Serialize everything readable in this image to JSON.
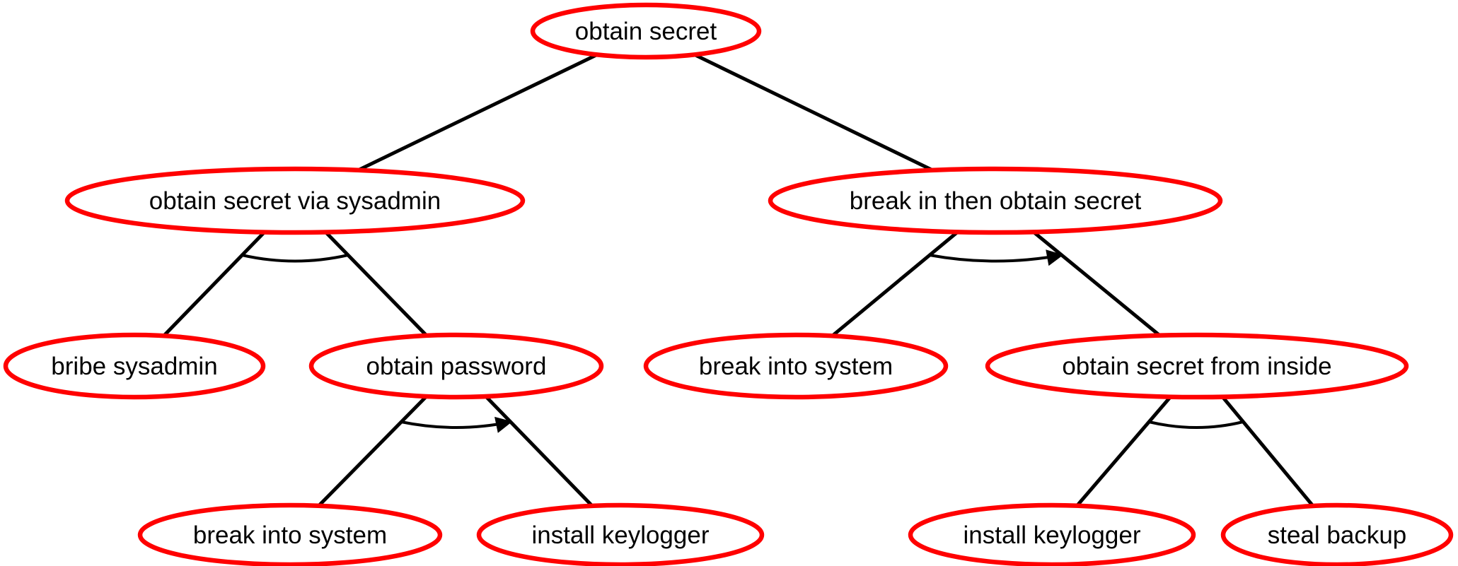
{
  "diagram": {
    "kind": "attack-tree",
    "colors": {
      "node_stroke": "#ff0000",
      "node_fill": "#ffffff",
      "edge": "#000000",
      "text": "#000000",
      "background": "#ffffff"
    },
    "nodes": [
      {
        "id": "obtain-secret",
        "label": "obtain secret"
      },
      {
        "id": "obtain-secret-via-sysadmin",
        "label": "obtain secret via sysadmin"
      },
      {
        "id": "break-in-then-obtain-secret",
        "label": "break in then obtain secret"
      },
      {
        "id": "bribe-sysadmin",
        "label": "bribe sysadmin"
      },
      {
        "id": "obtain-password",
        "label": "obtain password"
      },
      {
        "id": "break-into-system-mid",
        "label": "break into system"
      },
      {
        "id": "obtain-secret-from-inside",
        "label": "obtain secret from inside"
      },
      {
        "id": "break-into-system-leaf",
        "label": "break into system"
      },
      {
        "id": "install-keylogger-left",
        "label": "install keylogger"
      },
      {
        "id": "install-keylogger-right",
        "label": "install keylogger"
      },
      {
        "id": "steal-backup",
        "label": "steal backup"
      }
    ],
    "edges": [
      {
        "from": "obtain-secret",
        "to": "obtain-secret-via-sysadmin"
      },
      {
        "from": "obtain-secret",
        "to": "break-in-then-obtain-secret"
      },
      {
        "from": "obtain-secret-via-sysadmin",
        "to": "bribe-sysadmin"
      },
      {
        "from": "obtain-secret-via-sysadmin",
        "to": "obtain-password"
      },
      {
        "from": "break-in-then-obtain-secret",
        "to": "break-into-system-mid"
      },
      {
        "from": "break-in-then-obtain-secret",
        "to": "obtain-secret-from-inside"
      },
      {
        "from": "obtain-password",
        "to": "break-into-system-leaf"
      },
      {
        "from": "obtain-password",
        "to": "install-keylogger-left"
      },
      {
        "from": "obtain-secret-from-inside",
        "to": "install-keylogger-right"
      },
      {
        "from": "obtain-secret-from-inside",
        "to": "steal-backup"
      }
    ],
    "operators": [
      {
        "parent": "obtain-secret",
        "type": "OR",
        "arc": false,
        "arrow": false
      },
      {
        "parent": "obtain-secret-via-sysadmin",
        "type": "AND",
        "arc": true,
        "arrow": false
      },
      {
        "parent": "break-in-then-obtain-secret",
        "type": "SAND",
        "arc": true,
        "arrow": true
      },
      {
        "parent": "obtain-password",
        "type": "SAND",
        "arc": true,
        "arrow": true
      },
      {
        "parent": "obtain-secret-from-inside",
        "type": "AND",
        "arc": true,
        "arrow": false
      }
    ]
  }
}
